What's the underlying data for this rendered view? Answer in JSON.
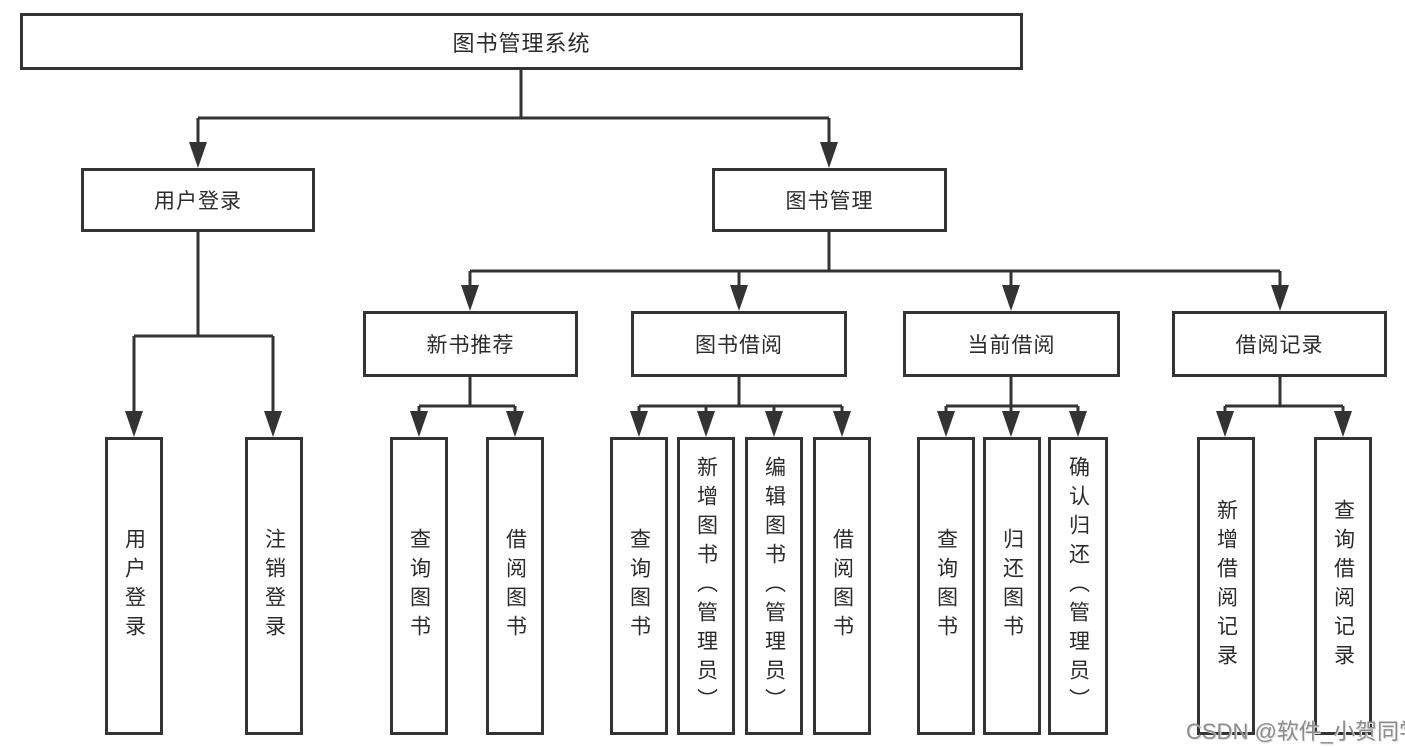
{
  "diagram": {
    "root": {
      "label": "图书管理系统"
    },
    "branches": [
      {
        "label": "用户登录",
        "children": [
          {
            "label": "用户登录"
          },
          {
            "label": "注销登录"
          }
        ]
      },
      {
        "label": "图书管理",
        "children": [
          {
            "label": "新书推荐",
            "children": [
              {
                "label": "查询图书"
              },
              {
                "label": "借阅图书"
              }
            ]
          },
          {
            "label": "图书借阅",
            "children": [
              {
                "label": "查询图书"
              },
              {
                "label": "新增图书（管理员）"
              },
              {
                "label": "编辑图书（管理员）"
              },
              {
                "label": "借阅图书"
              }
            ]
          },
          {
            "label": "当前借阅",
            "children": [
              {
                "label": "查询图书"
              },
              {
                "label": "归还图书"
              },
              {
                "label": "确认归还（管理员）"
              }
            ]
          },
          {
            "label": "借阅记录",
            "children": [
              {
                "label": "新增借阅记录"
              },
              {
                "label": "查询借阅记录"
              }
            ]
          }
        ]
      }
    ]
  },
  "watermark": {
    "text": "CSDN @软件_小贺同学"
  },
  "colors": {
    "border": "#333333",
    "connector": "#333333",
    "text": "#2b2b2b",
    "background": "#ffffff",
    "watermark": "#8c8c8c"
  }
}
